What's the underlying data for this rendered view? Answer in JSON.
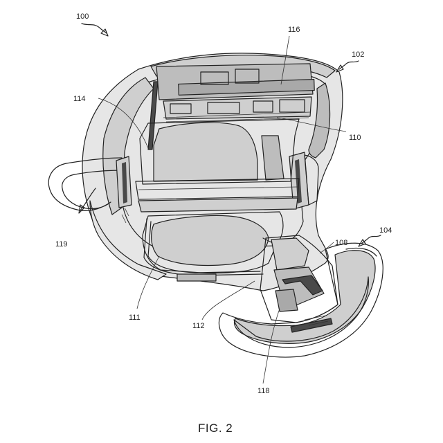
{
  "figure": {
    "caption": "FIG. 2",
    "labels": {
      "r100": "100",
      "r102": "102",
      "r104": "104",
      "r108": "108",
      "r110": "110",
      "r111": "111",
      "r112": "112",
      "r114": "114",
      "r116": "116",
      "r118": "118",
      "r119": "119"
    }
  }
}
